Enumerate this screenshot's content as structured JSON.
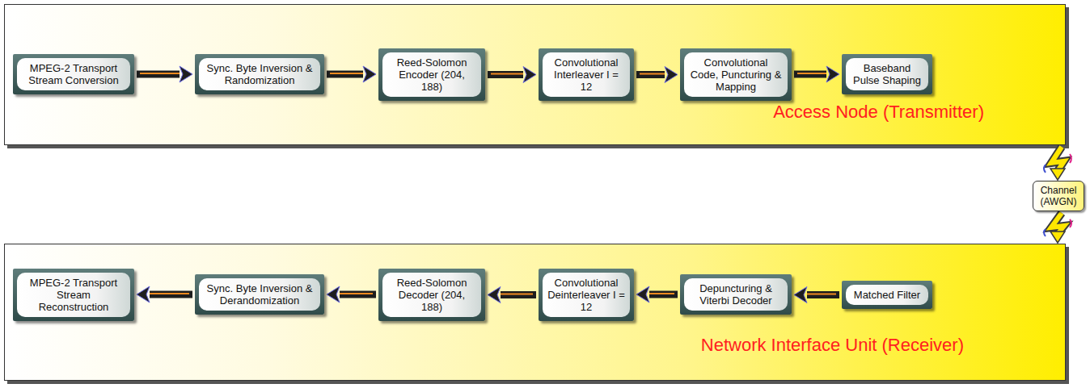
{
  "diagram": {
    "nodes": [
      {
        "text": [
          "Access Node (Transmitter)"
        ]
      },
      {
        "text": [
          "MPEG-2 Transport Stream Conversion"
        ],
        "in": 0
      },
      {
        "text": [
          "Sync. Byte Inversion & Randomization"
        ],
        "in": 0
      },
      {
        "text": [
          "Reed-Solomon Encoder (204, 188)"
        ],
        "in": 0
      },
      {
        "text": [
          "Convolutional Interleaver I = 12"
        ],
        "in": 0
      },
      {
        "text": [
          "Convolutional Code, Puncturing & Mapping"
        ],
        "in": 0
      },
      {
        "text": [
          "Baseband Pulse Shaping"
        ],
        "in": 0
      },
      {
        "text": [
          "Network Interface Unit (Receiver)"
        ]
      },
      {
        "text": [
          "MPEG-2 Transport Stream Reconstruction"
        ],
        "in": 7
      },
      {
        "text": [
          "Sync. Byte Inversion & Derandomization"
        ],
        "in": 7
      },
      {
        "text": [
          "Reed-Solomon Decoder (204, 188)"
        ],
        "in": 7
      },
      {
        "text": [
          "Convolutional Deinterleaver I = 12"
        ],
        "in": 7
      },
      {
        "text": [
          "Depuncturing & Viterbi Decoder"
        ],
        "in": 7
      },
      {
        "text": [
          "Matched Filter"
        ],
        "in": 7
      },
      {
        "text": [
          "Channel (AWGN)"
        ]
      }
    ],
    "edges": [
      {
        "from": 1,
        "to": 2,
        "arrow": "to"
      },
      {
        "from": 2,
        "to": 3,
        "arrow": "to"
      },
      {
        "from": 3,
        "to": 4,
        "arrow": "to"
      },
      {
        "from": 4,
        "to": 5,
        "arrow": "to"
      },
      {
        "from": 5,
        "to": 6,
        "arrow": "to"
      },
      {
        "from": 0,
        "to": 14,
        "arrow": "to"
      },
      {
        "from": 14,
        "to": 7,
        "arrow": "to"
      },
      {
        "from": 13,
        "to": 12,
        "arrow": "to"
      },
      {
        "from": 12,
        "to": 11,
        "arrow": "to"
      },
      {
        "from": 11,
        "to": 10,
        "arrow": "to"
      },
      {
        "from": 10,
        "to": 9,
        "arrow": "to"
      },
      {
        "from": 9,
        "to": 8,
        "arrow": "to"
      }
    ]
  }
}
